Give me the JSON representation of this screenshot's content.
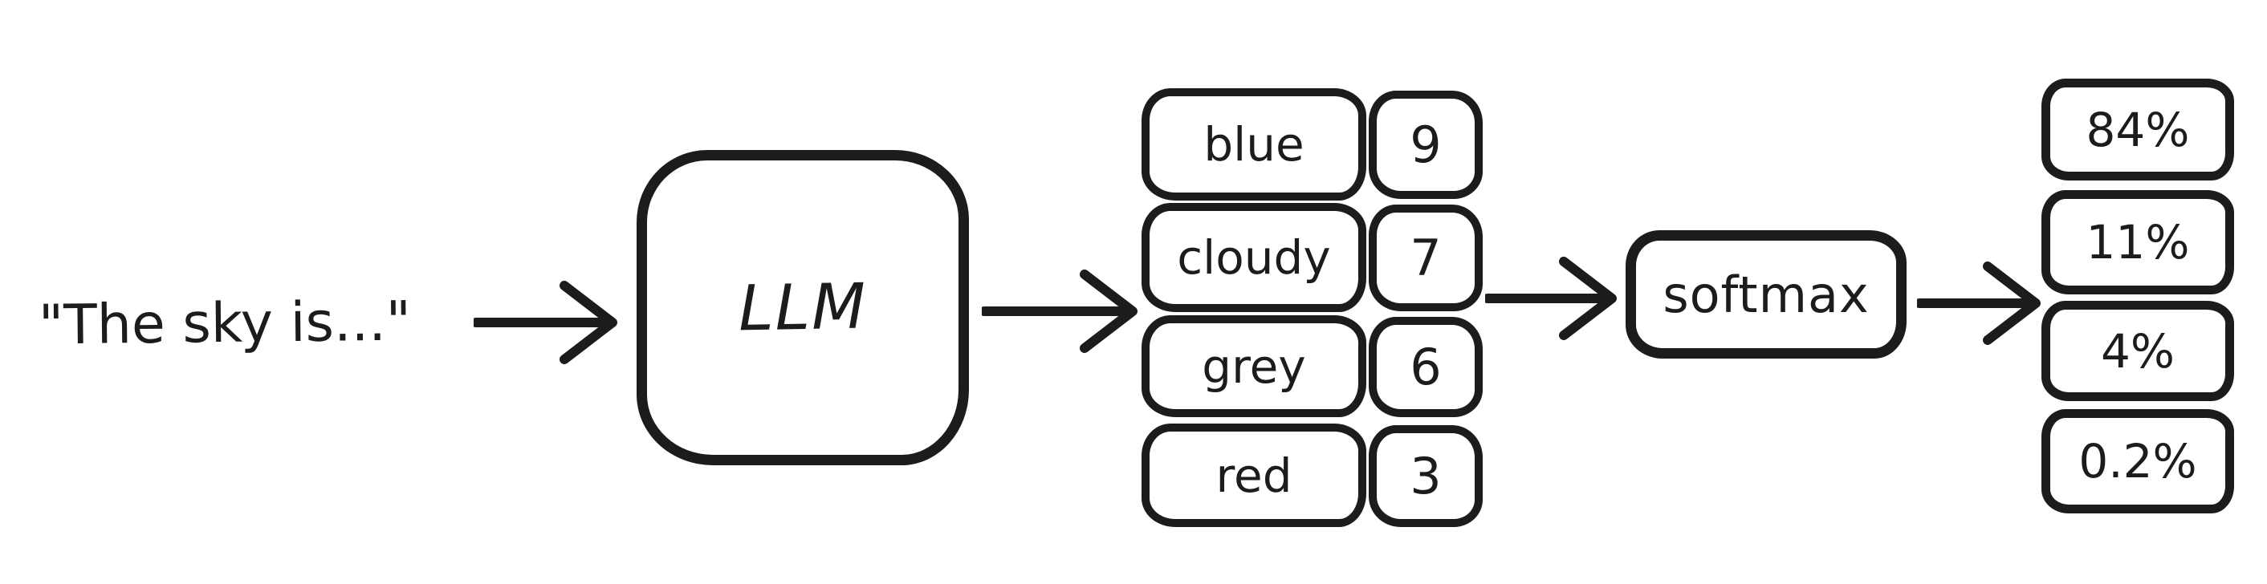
{
  "diagram": {
    "prompt_text": "\"The sky is...\"",
    "llm": {
      "label": "LLM"
    },
    "softmax": {
      "label": "softmax"
    },
    "token_rows": [
      {
        "token": "blue",
        "logit": "9"
      },
      {
        "token": "cloudy",
        "logit": "7"
      },
      {
        "token": "grey",
        "logit": "6"
      },
      {
        "token": "red",
        "logit": "3"
      }
    ],
    "probabilities": [
      "84%",
      "11%",
      "4%",
      "0.2%"
    ],
    "colors": {
      "ink": "#1c1c1c",
      "background": "#ffffff"
    }
  }
}
